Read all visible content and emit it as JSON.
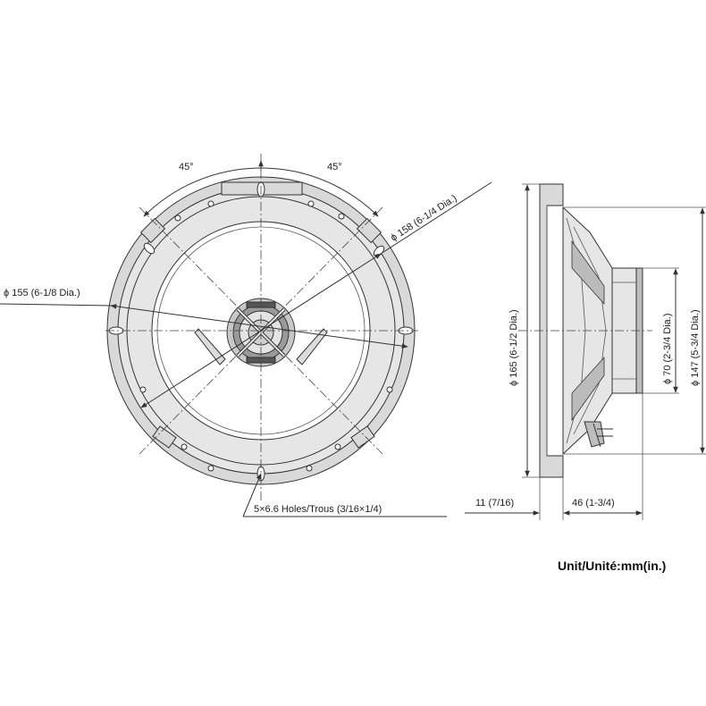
{
  "front_view": {
    "angle_left": "45°",
    "angle_right": "45°",
    "dia_158": "ϕ 158 (6-1/4 Dia.)",
    "dia_155": "ϕ 155 (6-1/8 Dia.)",
    "holes": "5×6.6 Holes/Trous (3/16×1/4)"
  },
  "side_view": {
    "dia_165": "ϕ 165 (6-1/2 Dia.)",
    "dia_70": "ϕ 70 (2-3/4 Dia.)",
    "dia_147": "ϕ 147 (5-3/4 Dia.)",
    "depth_11": "11 (7/16)",
    "depth_46": "46 (1-3/4)"
  },
  "unit_label": "Unit/Unité:mm(in.)"
}
